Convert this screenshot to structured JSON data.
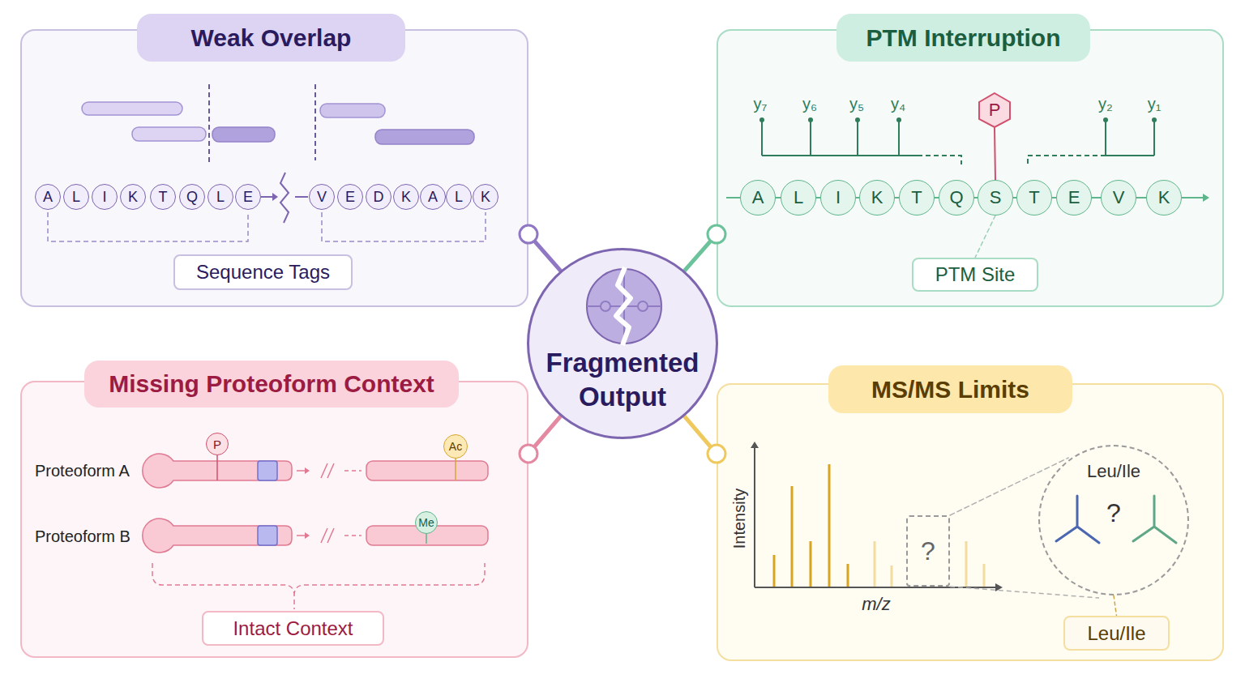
{
  "diagram": {
    "nodes": [
      {
        "text": [
          "Weak Overlap"
        ]
      },
      {
        "text": [
          "A"
        ],
        "in": 0
      },
      {
        "text": [
          "L"
        ],
        "in": 0
      },
      {
        "text": [
          "I"
        ],
        "in": 0
      },
      {
        "text": [
          "K"
        ],
        "in": 0
      },
      {
        "text": [
          "T"
        ],
        "in": 0
      },
      {
        "text": [
          "Q"
        ],
        "in": 0
      },
      {
        "text": [
          "L"
        ],
        "in": 0
      },
      {
        "text": [
          "E"
        ],
        "in": 0
      },
      {
        "text": [
          "V"
        ],
        "in": 0
      },
      {
        "text": [
          "E"
        ],
        "in": 0
      },
      {
        "text": [
          "D"
        ],
        "in": 0
      },
      {
        "text": [
          "K"
        ],
        "in": 0
      },
      {
        "text": [
          "A"
        ],
        "in": 0
      },
      {
        "text": [
          "L"
        ],
        "in": 0
      },
      {
        "text": [
          "K"
        ],
        "in": 0
      },
      {
        "text": [
          "Sequence Tags"
        ],
        "in": 0
      },
      {
        "text": [
          "PTM Interruption"
        ]
      },
      {
        "text": [
          "P"
        ],
        "in": 17
      },
      {
        "text": [
          "A"
        ],
        "in": 17
      },
      {
        "text": [
          "L"
        ],
        "in": 17
      },
      {
        "text": [
          "I"
        ],
        "in": 17
      },
      {
        "text": [
          "K"
        ],
        "in": 17
      },
      {
        "text": [
          "T"
        ],
        "in": 17
      },
      {
        "text": [
          "Q"
        ],
        "in": 17
      },
      {
        "text": [
          "S"
        ],
        "in": 17
      },
      {
        "text": [
          "T"
        ],
        "in": 17
      },
      {
        "text": [
          "E"
        ],
        "in": 17
      },
      {
        "text": [
          "V"
        ],
        "in": 17
      },
      {
        "text": [
          "K"
        ],
        "in": 17
      },
      {
        "text": [
          "PTM Site"
        ],
        "in": 17
      },
      {
        "text": [
          "Fragmented Output"
        ]
      },
      {
        "text": [
          "Missing Proteoform Context"
        ]
      },
      {
        "text": [
          "P"
        ],
        "in": 32
      },
      {
        "text": [
          "Ac"
        ],
        "in": 32
      },
      {
        "text": [
          "Me"
        ],
        "in": 32
      },
      {
        "text": [
          "Intact Context"
        ],
        "in": 32
      },
      {
        "text": [
          "MS/MS Limits"
        ]
      },
      {
        "text": [
          "?"
        ],
        "in": 37
      },
      {
        "text": [
          "Leu/Ile",
          "?"
        ],
        "in": 37
      },
      {
        "text": [
          "Leu/Ile"
        ],
        "in": 37
      }
    ],
    "edges": [
      {
        "from": 31,
        "to": 0,
        "arrow": "none"
      },
      {
        "from": 31,
        "to": 17,
        "arrow": "none"
      },
      {
        "from": 31,
        "to": 32,
        "arrow": "none"
      },
      {
        "from": 31,
        "to": 37,
        "arrow": "none"
      },
      {
        "from": 19,
        "to": 20,
        "arrow": "none"
      },
      {
        "from": 20,
        "to": 21,
        "arrow": "none"
      },
      {
        "from": 21,
        "to": 22,
        "arrow": "none"
      },
      {
        "from": 22,
        "to": 23,
        "arrow": "none"
      },
      {
        "from": 23,
        "to": 24,
        "arrow": "none"
      },
      {
        "from": 24,
        "to": 25,
        "arrow": "none"
      },
      {
        "from": 25,
        "to": 26,
        "arrow": "none"
      },
      {
        "from": 26,
        "to": 27,
        "arrow": "none"
      },
      {
        "from": 27,
        "to": 28,
        "arrow": "none"
      },
      {
        "from": 28,
        "to": 29,
        "arrow": "none"
      },
      {
        "from": 18,
        "to": 25,
        "arrow": "none"
      },
      {
        "from": 25,
        "to": 30,
        "arrow": "none"
      },
      {
        "from": 38,
        "to": 39,
        "arrow": "none"
      },
      {
        "from": 39,
        "to": 40,
        "arrow": "none"
      }
    ],
    "labels": [
      "y₇",
      "y₆",
      "y₅",
      "y₄",
      "y₂",
      "y₁",
      "Proteoform A",
      "Proteoform B",
      "Intensity",
      "m/z"
    ]
  }
}
